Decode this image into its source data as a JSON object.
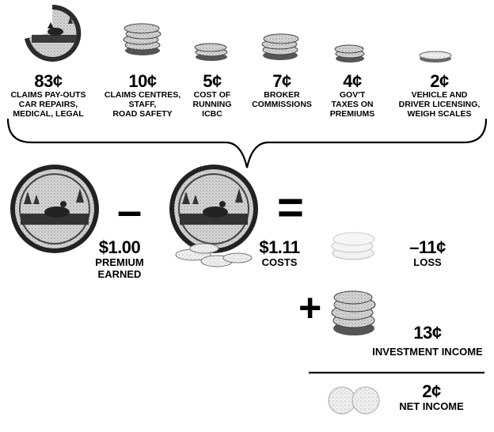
{
  "breakdown": [
    {
      "amount": "83¢",
      "lines": [
        "CLAIMS PAY-OUTS",
        "CAR REPAIRS,",
        "MEDICAL, LEGAL"
      ]
    },
    {
      "amount": "10¢",
      "lines": [
        "CLAIMS CENTRES,",
        "STAFF,",
        "ROAD SAFETY"
      ]
    },
    {
      "amount": "5¢",
      "lines": [
        "COST OF",
        "RUNNING",
        "ICBC"
      ]
    },
    {
      "amount": "7¢",
      "lines": [
        "BROKER",
        "COMMISSIONS",
        ""
      ]
    },
    {
      "amount": "4¢",
      "lines": [
        "GOV'T",
        "TAXES ON",
        "PREMIUMS"
      ]
    },
    {
      "amount": "2¢",
      "lines": [
        "VEHICLE AND",
        "DRIVER LICENSING,",
        "WEIGH SCALES"
      ]
    }
  ],
  "equation": {
    "premium_amount": "$1.00",
    "premium_label": [
      "PREMIUM",
      "EARNED"
    ],
    "minus": "–",
    "costs_amount": "$1.11",
    "costs_label": "COSTS",
    "equals": "=",
    "plus": "+"
  },
  "results": {
    "loss_amount": "–11¢",
    "loss_label": "LOSS",
    "investment_amount": "13¢",
    "investment_label": "INVESTMENT INCOME",
    "net_amount": "2¢",
    "net_label": "NET INCOME"
  },
  "colors": {
    "ink": "#000000",
    "coin_dark": "#333333",
    "coin_light": "#cfcfcf"
  }
}
